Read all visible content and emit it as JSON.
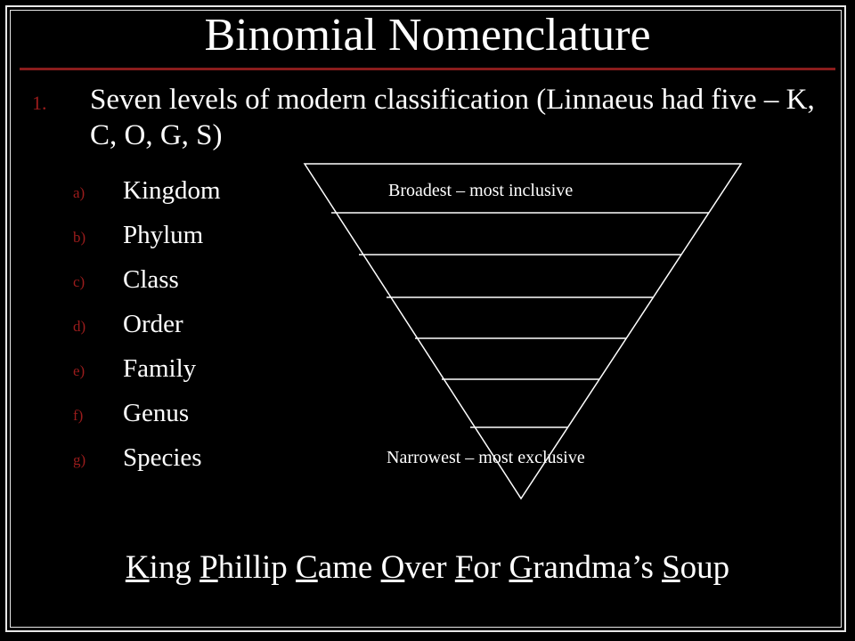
{
  "slide": {
    "title": "Binomial Nomenclature",
    "point": {
      "number": "1.",
      "text": "Seven levels of modern classification (Linnaeus had five – K, C, O, G, S)"
    },
    "levels": [
      {
        "letter": "a)",
        "name": "Kingdom"
      },
      {
        "letter": "b)",
        "name": "Phylum"
      },
      {
        "letter": "c)",
        "name": "Class"
      },
      {
        "letter": "d)",
        "name": "Order"
      },
      {
        "letter": "e)",
        "name": "Family"
      },
      {
        "letter": "f)",
        "name": "Genus"
      },
      {
        "letter": "g)",
        "name": "Species"
      }
    ],
    "pyramid": {
      "top_label": "Broadest – most inclusive",
      "bottom_label": "Narrowest  – most exclusive"
    },
    "mnemonic": [
      {
        "initial": "K",
        "rest": "ing"
      },
      {
        "initial": "P",
        "rest": "hillip"
      },
      {
        "initial": "C",
        "rest": "ame"
      },
      {
        "initial": "O",
        "rest": "ver"
      },
      {
        "initial": "F",
        "rest": "or"
      },
      {
        "initial": "G",
        "rest": "randma’s"
      },
      {
        "initial": "S",
        "rest": "oup"
      }
    ]
  },
  "colors": {
    "background": "#000000",
    "text": "#ffffff",
    "accent": "#9b1c1c",
    "frame": "#e8e8e8"
  }
}
